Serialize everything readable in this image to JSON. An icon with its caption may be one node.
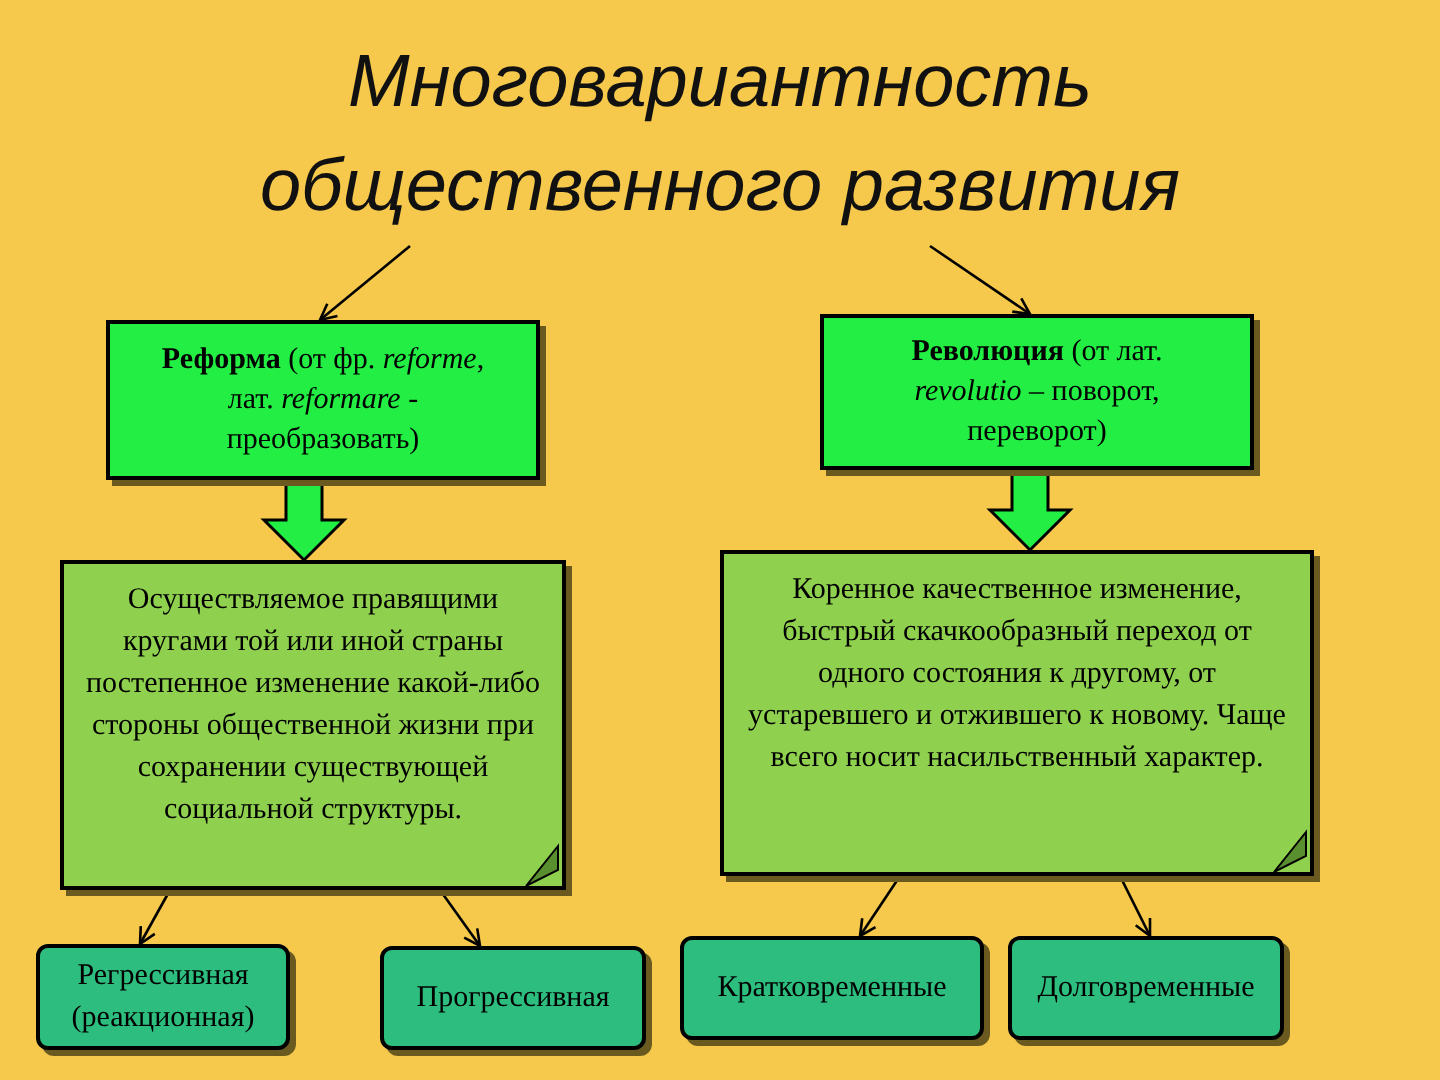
{
  "diagram": {
    "nodes": [
      {
        "text": [
          "Многовариантность общественного развития"
        ]
      },
      {
        "text": [
          "**Реформа** (от фр. *reforme*, лат. *reformare* - преобразовать)"
        ]
      },
      {
        "text": [
          "**Революция** (от лат. *revolutio* – поворот, переворот)"
        ]
      },
      {
        "text": [
          "Осуществляемое правящими кругами той или иной страны постепенное изменение какой-либо стороны общественной жизни при сохранении существующей социальной структуры."
        ]
      },
      {
        "text": [
          "Коренное качественное изменение, быстрый скачкообразный переход от одного состояния к другому, от устаревшего и отжившего к новому. Чаще всего носит насильственный характер."
        ]
      },
      {
        "text": [
          "Регрессивная (реакционная)"
        ]
      },
      {
        "text": [
          "Прогрессивная"
        ]
      },
      {
        "text": [
          "Кратковременные"
        ]
      },
      {
        "text": [
          "Долговременные"
        ]
      }
    ],
    "edges": [
      {
        "from": 0,
        "to": 1,
        "arrow": "to"
      },
      {
        "from": 0,
        "to": 2,
        "arrow": "to"
      },
      {
        "from": 1,
        "to": 3,
        "arrow": "to",
        "style": "thick",
        "color": "#22ee44"
      },
      {
        "from": 2,
        "to": 4,
        "arrow": "to",
        "style": "thick",
        "color": "#22ee44"
      },
      {
        "from": 3,
        "to": 5,
        "arrow": "to"
      },
      {
        "from": 3,
        "to": 6,
        "arrow": "to"
      },
      {
        "from": 4,
        "to": 7,
        "arrow": "to"
      },
      {
        "from": 4,
        "to": 8,
        "arrow": "to"
      }
    ]
  }
}
